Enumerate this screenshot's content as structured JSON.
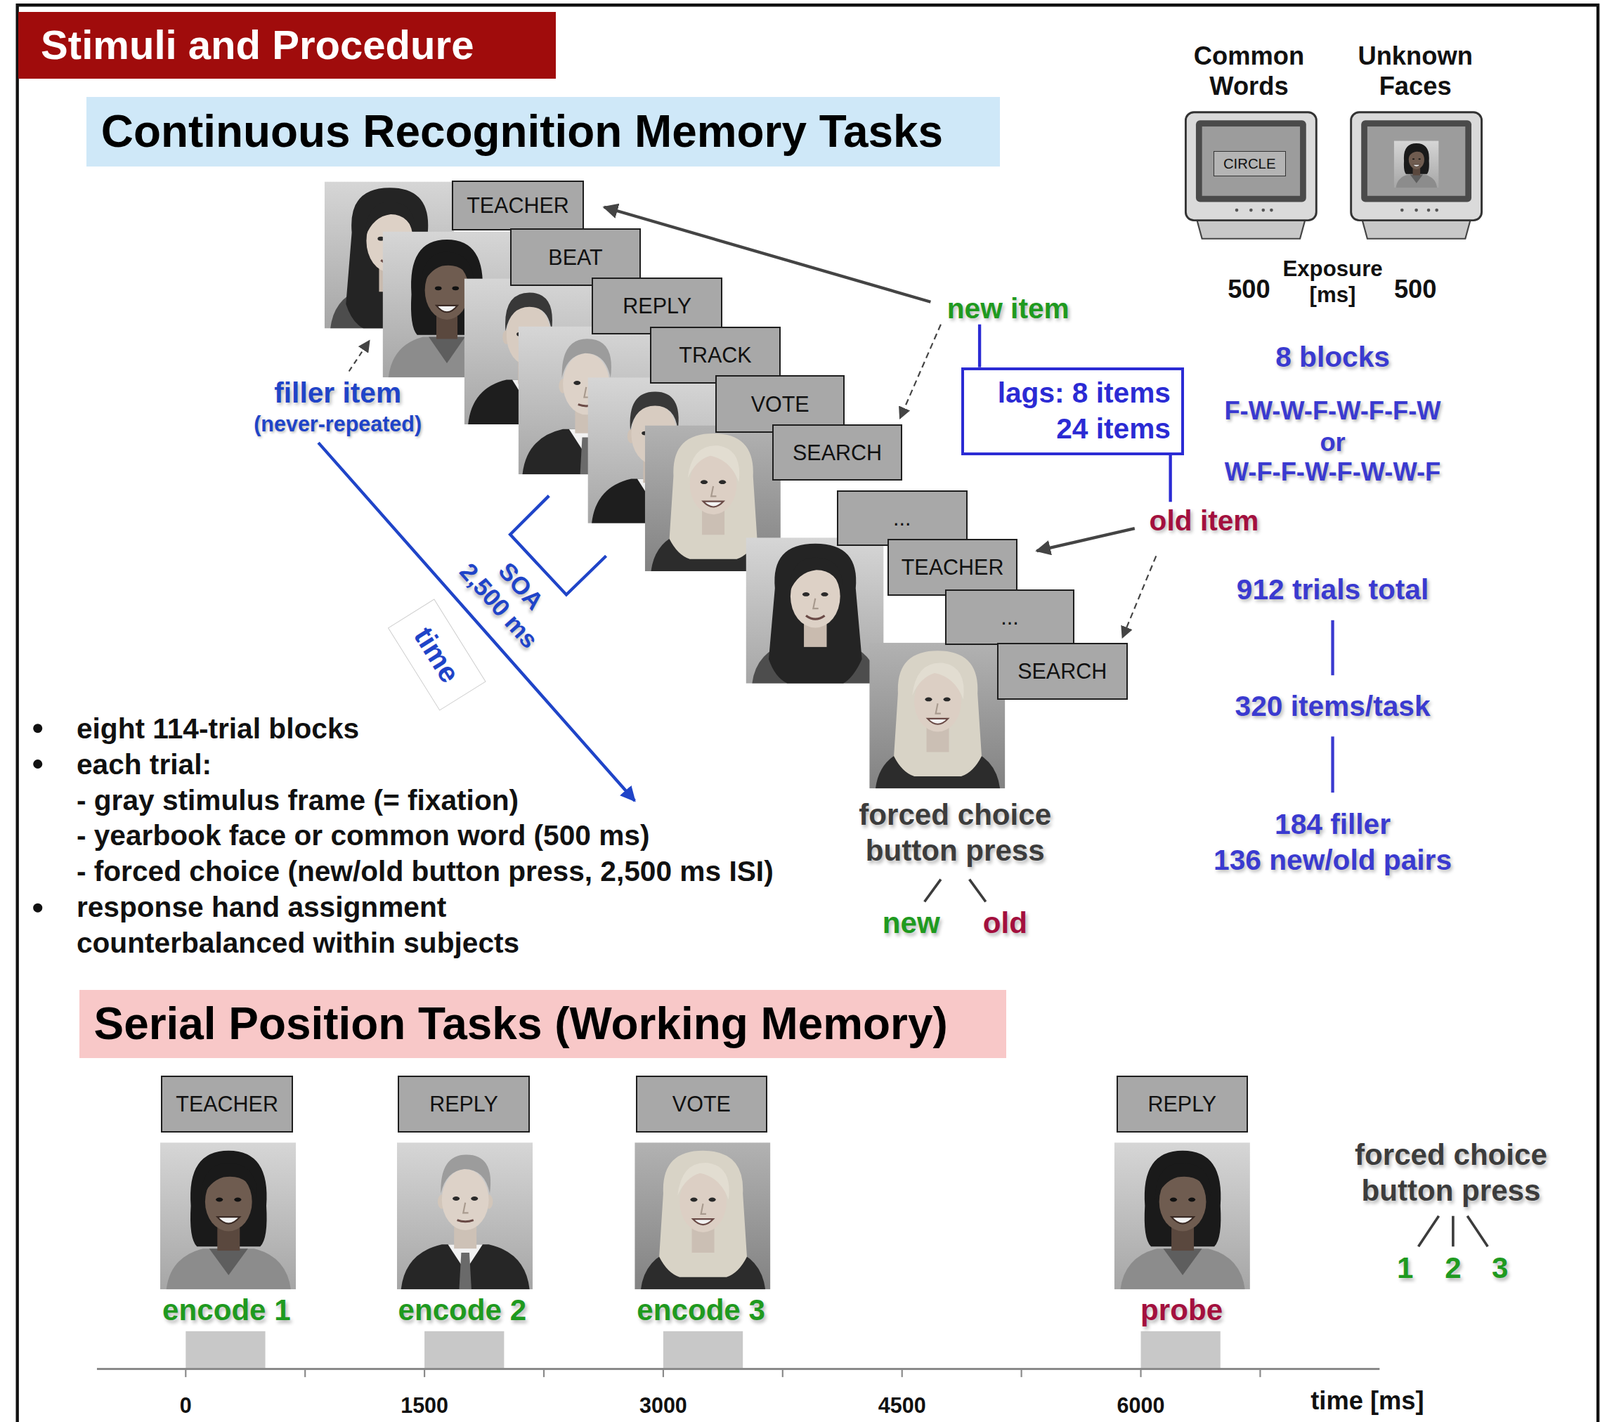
{
  "diagram": {
    "title": "Stimuli and Procedure",
    "nodes": [
      {
        "text": [
          "Continuous Recognition Memory Tasks"
        ]
      },
      {
        "text": [
          "TEACHER"
        ]
      },
      {
        "text": [
          "BEAT"
        ]
      },
      {
        "text": [
          "REPLY"
        ]
      },
      {
        "text": [
          "TRACK"
        ]
      },
      {
        "text": [
          "VOTE"
        ]
      },
      {
        "text": [
          "SEARCH"
        ]
      },
      {
        "text": [
          "..."
        ]
      },
      {
        "text": [
          "TEACHER"
        ]
      },
      {
        "text": [
          "..."
        ]
      },
      {
        "text": [
          "SEARCH"
        ]
      },
      {
        "text": [
          "lags: 8 items",
          "24 items"
        ]
      },
      {
        "text": [
          "time"
        ]
      },
      {
        "text": [
          "CIRCLE"
        ]
      },
      {
        "text": [
          "Serial Position Tasks (Working Memory)"
        ]
      },
      {
        "text": [
          "TEACHER"
        ]
      },
      {
        "text": [
          "REPLY"
        ]
      },
      {
        "text": [
          "VOTE"
        ]
      },
      {
        "text": [
          "REPLY"
        ]
      }
    ],
    "labels": [
      "Common Words",
      "Unknown Faces",
      "Exposure [ms]",
      "500",
      "500",
      "new item",
      "filler item",
      "(never-repeated)",
      "8 blocks",
      "F-W-W-F-W-F-F-W",
      "or",
      "W-F-F-W-F-W-W-F",
      "old item",
      "SOA 2,500 ms",
      "912 trials total",
      "320 items/task",
      "184 filler",
      "136 new/old pairs",
      "eight 114-trial blocks",
      "each trial:",
      "- gray stimulus frame (= fixation)",
      "- yearbook face or common word (500 ms)",
      "- forced choice (new/old button press, 2,500 ms ISI)",
      "response hand assignment counterbalanced within subjects",
      "forced choice button press",
      "new",
      "old",
      "encode 1",
      "encode 2",
      "encode 3",
      "probe",
      "forced choice button press",
      "1",
      "2",
      "3",
      "0",
      "1500",
      "3000",
      "4500",
      "6000",
      "time [ms]"
    ]
  }
}
